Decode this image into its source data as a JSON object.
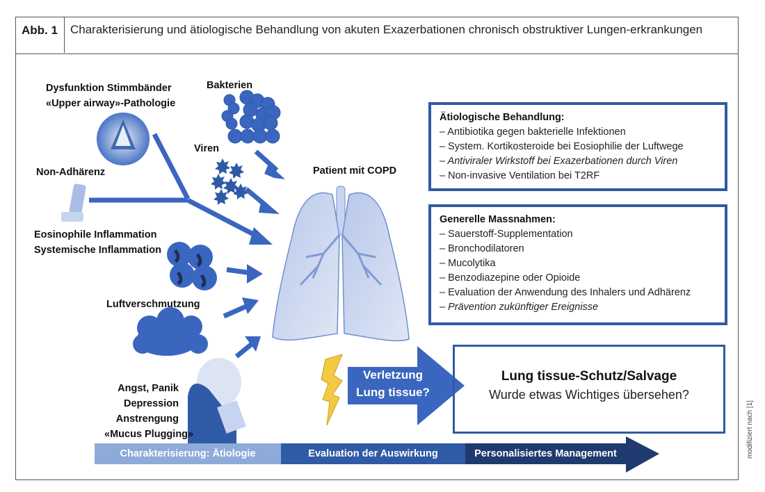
{
  "header": {
    "label": "Abb. 1",
    "title": "Charakterisierung und ätiologische Behandlung von akuten Exazerbationen chronisch obstruktiver Lungen-erkrankungen"
  },
  "causes": {
    "vocal_cords": [
      "Dysfunktion Stimmbänder",
      "«Upper airway»-Pathologie"
    ],
    "bacteria": "Bakterien",
    "viruses": "Viren",
    "non_adherence": "Non-Adhärenz",
    "inflammation": [
      "Eosinophile Inflammation",
      "Systemische Inflammation"
    ],
    "pollution": "Luftverschmutzung",
    "psych": [
      "Angst, Panik",
      "Depression",
      "Anstrengung",
      "«Mucus Plugging»"
    ]
  },
  "center": {
    "label": "Patient mit COPD"
  },
  "etiologic_treatment": {
    "title": "Ätiologische Behandlung:",
    "items": [
      {
        "text": "– Antibiotika gegen bakterielle Infektionen",
        "italic": false
      },
      {
        "text": "– System. Kortikosteroide bei Eosiophilie der Luftwege",
        "italic": false
      },
      {
        "text": "– Antiviraler Wirkstoff bei Exazerbationen durch Viren",
        "italic": true
      },
      {
        "text": "– Non-invasive Ventilation bei T2RF",
        "italic": false
      }
    ]
  },
  "general_measures": {
    "title": "Generelle Massnahmen:",
    "items": [
      {
        "text": "– Sauerstoff-Supplementation",
        "italic": false
      },
      {
        "text": "– Bronchodilatoren",
        "italic": false
      },
      {
        "text": "– Mucolytika",
        "italic": false
      },
      {
        "text": "– Benzodiazepine oder Opioide",
        "italic": false
      },
      {
        "text": "– Evaluation der Anwendung des Inhalers und Adhärenz",
        "italic": false
      },
      {
        "text": "– Prävention zukünftiger Ereignisse",
        "italic": true
      }
    ]
  },
  "injury": {
    "line1": "Verletzung",
    "line2": "Lung tissue?"
  },
  "salvage": {
    "title": "Lung tissue-Schutz/Salvage",
    "subtitle": "Wurde etwas Wichtiges übersehen?"
  },
  "process_bar": {
    "stages": [
      "Charakterisierung: Ätiologie",
      "Evaluation der Auswirkung",
      "Personalisiertes Management"
    ],
    "colors": [
      "#8eaad8",
      "#2f5aa6",
      "#1f3a6e"
    ]
  },
  "colors": {
    "accent": "#3a66bf",
    "box_border": "#2f5aa6",
    "lightning": "#f5c842",
    "lung_fill": "#c5d2ec"
  },
  "credit": "modifiziert nach [1]"
}
